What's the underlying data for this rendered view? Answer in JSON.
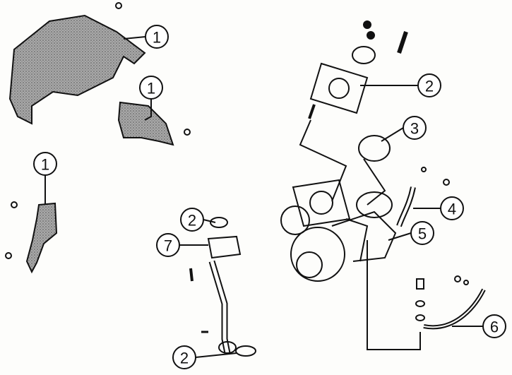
{
  "diagram": {
    "type": "exploded-parts-diagram",
    "callouts": [
      {
        "id": "c1a",
        "label": "1"
      },
      {
        "id": "c1b",
        "label": "1"
      },
      {
        "id": "c1c",
        "label": "1"
      },
      {
        "id": "c2a",
        "label": "2"
      },
      {
        "id": "c3",
        "label": "3"
      },
      {
        "id": "c4",
        "label": "4"
      },
      {
        "id": "c5",
        "label": "5"
      },
      {
        "id": "c2b",
        "label": "2"
      },
      {
        "id": "c7",
        "label": "7"
      },
      {
        "id": "c2c",
        "label": "2"
      },
      {
        "id": "c6",
        "label": "6"
      }
    ],
    "colors": {
      "ink": "#111111",
      "shade": "#8a8a8a",
      "paper": "#fdfdfb"
    }
  }
}
